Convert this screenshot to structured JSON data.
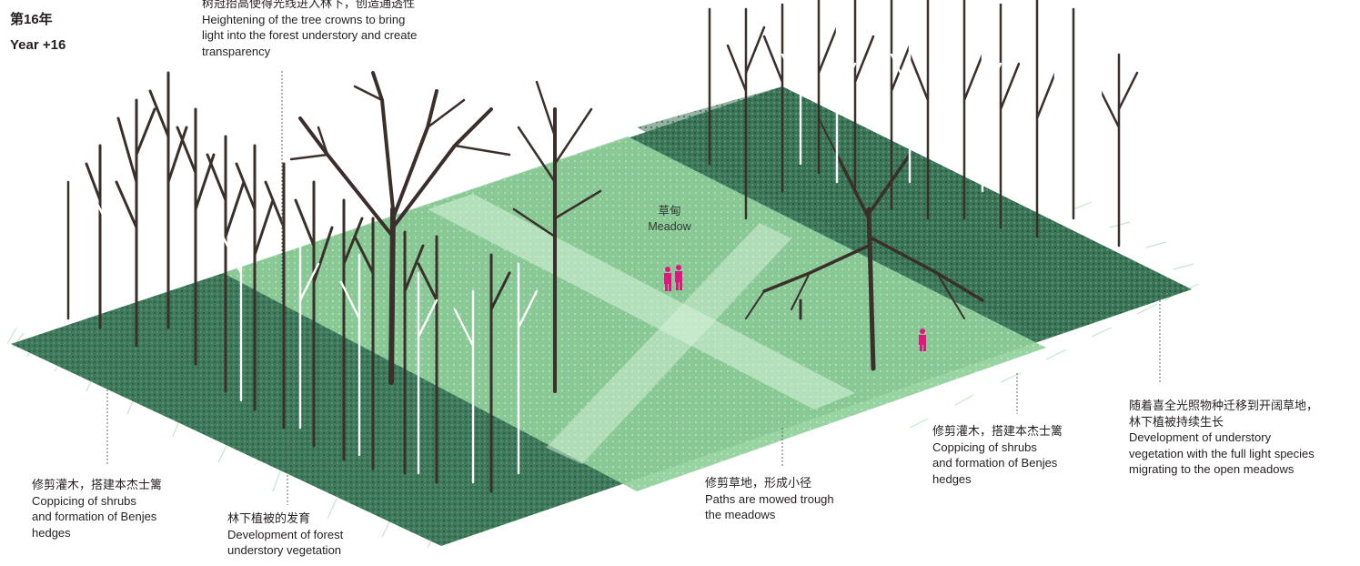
{
  "year": {
    "cn": "第16年",
    "en": "Year +16"
  },
  "meadow_label": {
    "cn": "草甸",
    "en": "Meadow"
  },
  "annotations": {
    "crowns": {
      "lines": [
        "树冠抬高使得光线进入林下，创造通透性",
        "Heightening of the tree crowns to bring",
        "light into the forest understory and create",
        "transparency"
      ]
    },
    "coppicing_left": {
      "lines": [
        "修剪灌木，搭建本杰士篱",
        "Coppicing of shrubs",
        "and formation of Benjes",
        "hedges"
      ]
    },
    "understory": {
      "lines": [
        "林下植被的发育",
        "Development of forest",
        "understory vegetation"
      ]
    },
    "paths": {
      "lines": [
        "修剪草地，形成小径",
        "Paths are mowed trough",
        "the meadows"
      ]
    },
    "coppicing_right": {
      "lines": [
        "修剪灌木，搭建本杰士篱",
        "Coppicing of shrubs",
        "and formation of Benjes",
        "hedges"
      ]
    },
    "migration": {
      "lines": [
        "随着喜全光照物种迁移到开阔草地，",
        "林下植被持续生长",
        "Development of understory",
        "vegetation with the full light species",
        "migrating to the open meadows"
      ]
    }
  },
  "colors": {
    "hedge_green": "#3f7a5c",
    "meadow_green": "#8fcf9a",
    "path_light": "#d7f2dc",
    "grass_fringe": "#bfe3c6",
    "tree_dark": "#3a2f2a",
    "tree_white": "#ffffff",
    "figure_magenta": "#e0177f"
  }
}
